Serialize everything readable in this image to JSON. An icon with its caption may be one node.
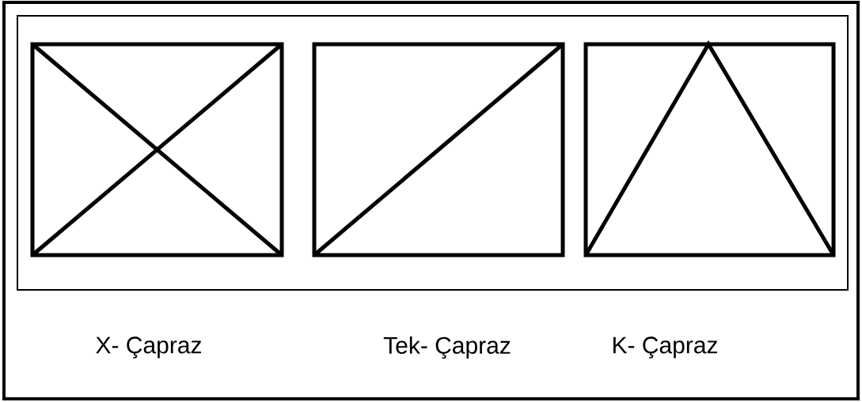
{
  "diagram": {
    "labels": [
      "X- Çapraz",
      "Tek- Çapraz",
      "K- Çapraz"
    ]
  }
}
